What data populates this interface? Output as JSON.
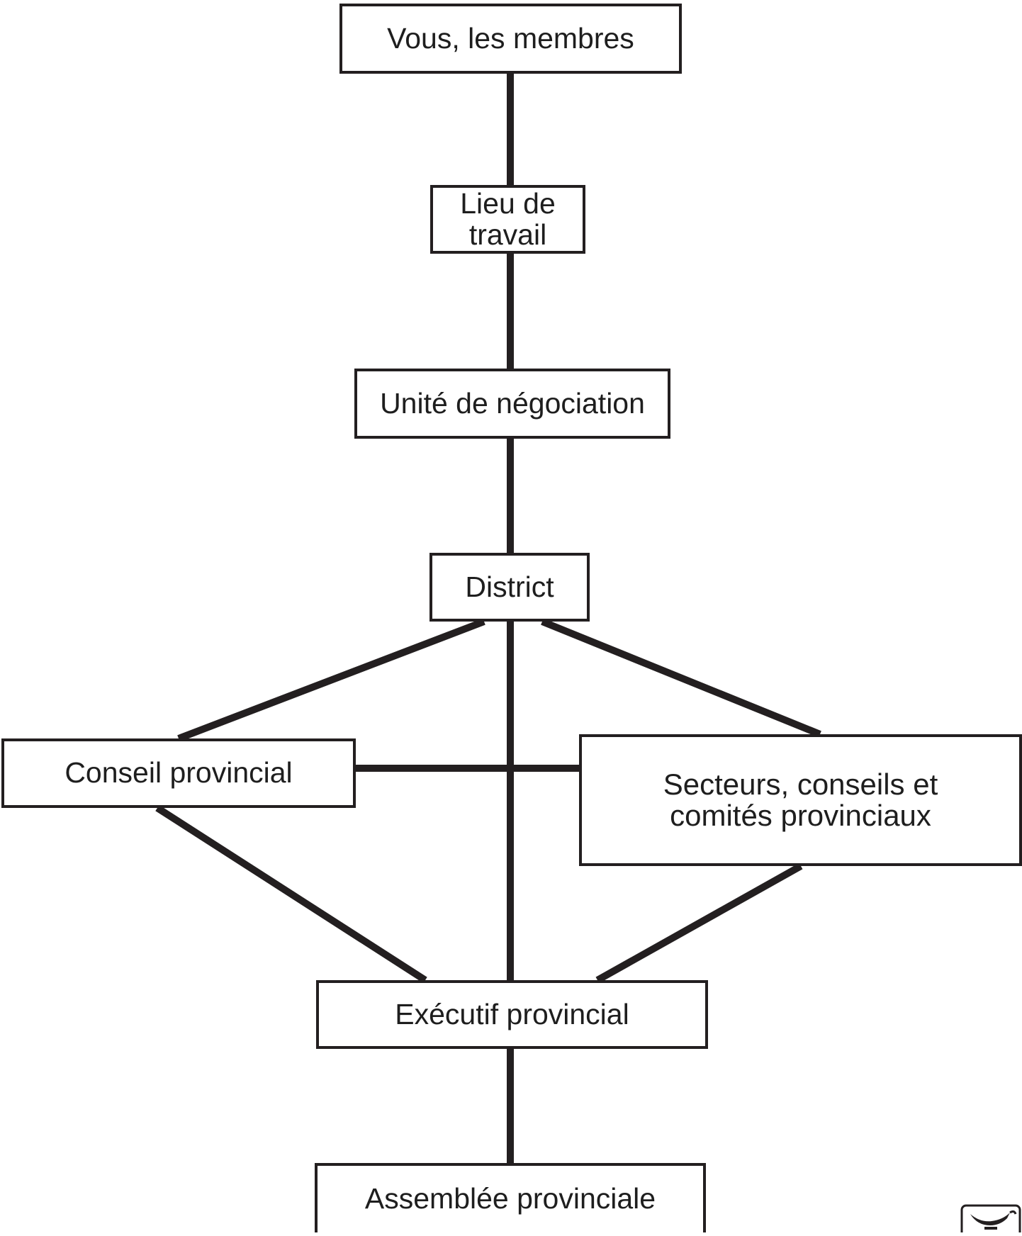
{
  "diagram": {
    "nodes": {
      "members": "Vous, les membres",
      "workplace": "Lieu de travail",
      "bargaining_unit": "Unité de négociation",
      "district": "District",
      "provincial_council": "Conseil provincial",
      "sectors": "Secteurs, conseils et comités provinciaux",
      "provincial_executive": "Exécutif provincial",
      "provincial_assembly": "Assemblée provinciale"
    },
    "connections": [
      [
        "members",
        "workplace"
      ],
      [
        "workplace",
        "bargaining_unit"
      ],
      [
        "bargaining_unit",
        "district"
      ],
      [
        "district",
        "provincial_council"
      ],
      [
        "district",
        "sectors"
      ],
      [
        "district",
        "provincial_executive"
      ],
      [
        "provincial_council",
        "sectors"
      ],
      [
        "provincial_council",
        "provincial_executive"
      ],
      [
        "sectors",
        "provincial_executive"
      ],
      [
        "provincial_executive",
        "provincial_assembly"
      ]
    ],
    "colors": {
      "line": "#231f20",
      "box_border": "#231f20",
      "text": "#1e1e1e",
      "background": "#ffffff"
    }
  },
  "logo": {
    "icon": "oil-lamp-icon"
  }
}
